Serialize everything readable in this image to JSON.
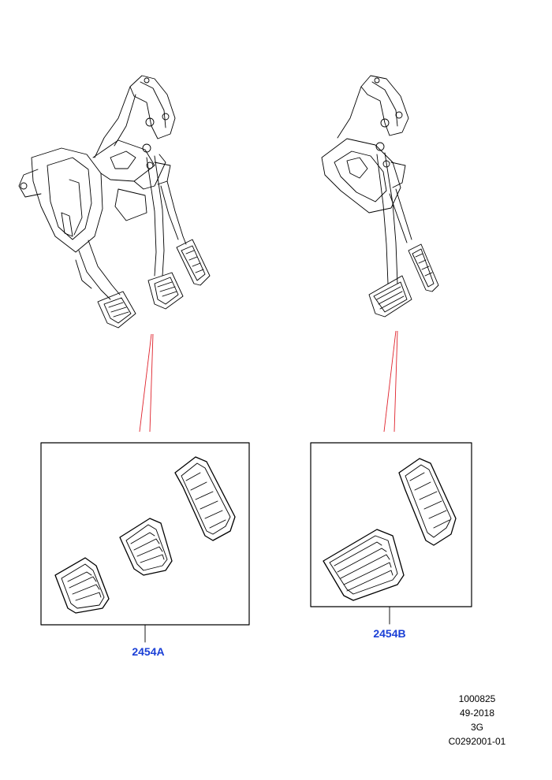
{
  "diagram": {
    "callouts": [
      {
        "id": "left",
        "label": "2454A"
      },
      {
        "id": "right",
        "label": "2454B"
      }
    ],
    "reference": {
      "line1": "1000825",
      "line2": "49-2018",
      "line3": "3G",
      "line4": "C0292001-01"
    },
    "colors": {
      "callout_label": "#1a3fd6",
      "leader_line": "#e0202a",
      "line_art": "#000000"
    }
  }
}
